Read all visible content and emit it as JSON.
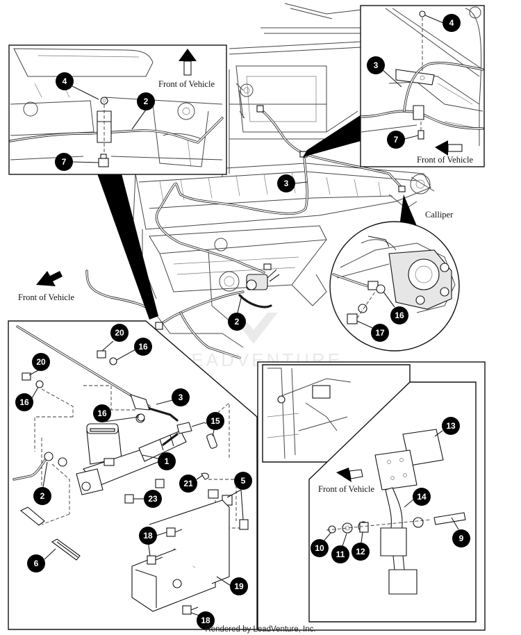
{
  "labels": {
    "front_of_vehicle_top": "Front of Vehicle",
    "front_of_vehicle_right": "Front of Vehicle",
    "front_of_vehicle_left": "Front of Vehicle",
    "front_of_vehicle_pedal": "Front of Vehicle",
    "calliper": "Calliper"
  },
  "watermark": "LEADVENTURE",
  "footer": "Rendered by LeadVenture, Inc.",
  "callouts": {
    "c4_top_left": "4",
    "c2_top_left": "2",
    "c7_top_left": "7",
    "c4_top_right": "4",
    "c3_top_right": "3",
    "c7_top_right": "7",
    "c3_main": "3",
    "c2_main": "2",
    "c16_calliper": "16",
    "c17_calliper": "17",
    "c20_a": "20",
    "c16_a": "16",
    "c20_b": "20",
    "c16_b": "16",
    "c3_cyl": "3",
    "c16_c": "16",
    "c15": "15",
    "c1": "1",
    "c21": "21",
    "c2_cyl": "2",
    "c23": "23",
    "c5": "5",
    "c6": "6",
    "c18_a": "18",
    "c19": "19",
    "c18_b": "18",
    "c13": "13",
    "c14": "14",
    "c9": "9",
    "c10": "10",
    "c11": "11",
    "c12": "12"
  }
}
